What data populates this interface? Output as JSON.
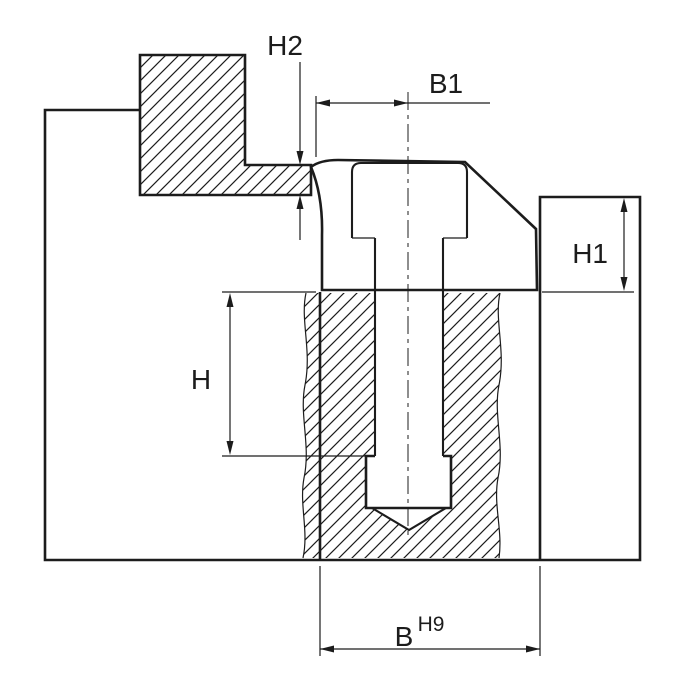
{
  "drawing": {
    "type": "technical-section-drawing",
    "labels": {
      "h2": "H2",
      "b1": "B1",
      "h1": "H1",
      "h": "H",
      "b": "B",
      "b_fit": "H9"
    },
    "colors": {
      "line": "#1c1c1c",
      "background": "#ffffff"
    }
  }
}
